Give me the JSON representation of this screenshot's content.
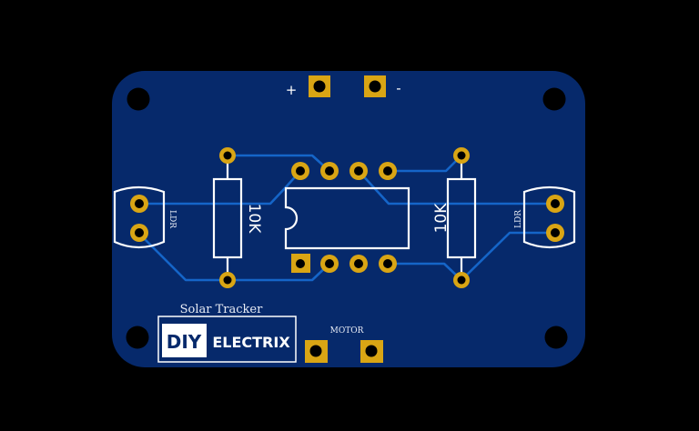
{
  "board": {
    "title": "Solar Tracker",
    "colors": {
      "background": "#000000",
      "board": "#06296b",
      "trace": "#1565c8",
      "pad": "#d9a514",
      "silkscreen": "#ffffff"
    }
  },
  "power": {
    "plus_label": "+",
    "minus_label": "-"
  },
  "resistors": [
    {
      "id": "R1",
      "value": "10K"
    },
    {
      "id": "R2",
      "value": "10K"
    }
  ],
  "ic": {
    "pins": 8,
    "package": "DIP-8"
  },
  "ldrs": [
    {
      "id": "LDR1",
      "label": "LDR"
    },
    {
      "id": "LDR2",
      "label": "LDR"
    }
  ],
  "motor": {
    "label": "MOTOR"
  },
  "logo": {
    "part1": "DIY",
    "part2": "ELECTRIX"
  },
  "mounting_holes": 4
}
